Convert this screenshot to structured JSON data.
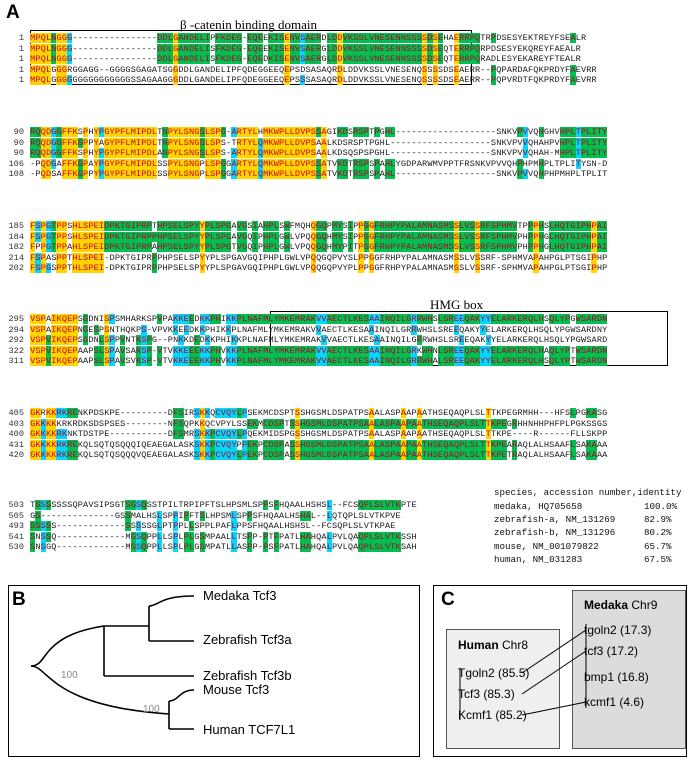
{
  "panel_a": {
    "letter": "A",
    "domain1_label": "β -catenin binding domain",
    "domain2_label": "HMG box",
    "blocks": [
      {
        "rows": [
          {
            "num": "1",
            "seq": "MPQLNGGG----------------DDLGANDELIPFKDEG-EQEEKISENVSAERDLDDVKSSLVNESENNSSSSDSEHAERRPQTRPDSESYEKTREYFSEALR"
          },
          {
            "num": "1",
            "seq": "MPQLNGGG----------------DDLGANDELISFKDEG-EQEEKISENVSAERGLDDVKSSLVNESENNSSSSDSEQTERRPQRPDSESYEKQREYFAEALR"
          },
          {
            "num": "1",
            "seq": "MPQLNGGG----------------DDLGANDELISFKDEG-EQEDKISENVSAERGLDDVKSSLVNESENNSSSSDSEQTERRPQRADLESYEKAREYFTEALR"
          },
          {
            "num": "1",
            "seq": "MPQLGGGRGGAGG--GGGGSGAGATSGGDDLGANDELIPFQDEGGEEQEPSDSASAQRDLDDVKSSLVNESENQSSSSDSEAERR--PQPARDAFQKPRDYFAEVRR"
          },
          {
            "num": "1",
            "seq": "MPQLGGGGGGGGGGGGGGGSSAGAAGGGDDLGANDELIPFQDEGGEEQEPSSSASAQRDLDDVKSSLVNESENQSSSSDSEAERR--PQPVRDTFQKPRDYFAEVRR"
          }
        ]
      },
      {
        "rows": [
          {
            "num": "90",
            "seq": "RQQDGGFFKSPHYPGYPFLMIPDLTNPYLSNGSLSPG-ARTYLHMKWPLLDVPSSAGIKDSRSPTPGHL-------------------SNKVPVVQHGHVHPLTPLITYSNEH"
          },
          {
            "num": "90",
            "seq": "RQQDGGFFKGPPYAGYPFLMIPDLTNPYLSNGSLSPS-TRTYLQMKWPLLDVPSAALKDSRSPTPGHL-------------------SNKVPVVQHAHPVHPLTPLITYSNEH"
          },
          {
            "num": "90",
            "seq": "RQQDGGFFKSPHYPGYPFLMIPDLANPYLSNGSLSPS-ARTYLQMKWPLLDVPSAALKDSQSPSPGHL-------------------SNKVPVVQHAH-MHPLTPLITYSN-E"
          },
          {
            "num": "106",
            "seq": "-PQDGAFFKGPAYPGYPFLMIPDLSSPYLSNGPLSPGGARTYLQMKWPLLDVPSSATVKDTRSPSPAHLYGDPARWMVPPTFRSNKVPVVQHPHPMHPLTPLITYSN-DH"
          },
          {
            "num": "108",
            "seq": "-PQDSAFFKGPPYPGYPFLMIPDLSSPYLSNGPLSPGGARTYLQMKWPLLDVPSSATVKDTRSPSPAHL-------------------SNKVPVVQHPHPMHPLTPLITYSN-DH"
          }
        ]
      },
      {
        "rows": [
          {
            "num": "185",
            "seq": "FSPGTPPSHLSPEIDPKTGIPRPTHPSELSPYYPLSPGAVGSIAHPLSWFMQHQGQPMYSIPPGGFRHPYPALAMNASMSSLVSSRFSPHMVTPPPHSLHQTGIPHPAI"
          },
          {
            "num": "184",
            "seq": "FSPGTPPSHLSPEIDPKTGIPRPPHPSELSPYYPLSPGAVGQIPHPLGWLVPQQGQHMYSIPPGGFRHPYPALAMNASMSSLVSSRFSPHMVPHPPHGLHQTGIPHPAI"
          },
          {
            "num": "182",
            "seq": "FPPGTPPAHLSPEIDPKTGIPRPAHPSELSPYYPLSPGTVGQIPHPLGWLVPQQGQHMYPITPGGFRHPYPALAMNASMSSLVSSRFSPHMVPHPPHGLHQTGIPHPAI"
          },
          {
            "num": "214",
            "seq": "FSPASPPTHLSPEI-DPKTGIPRPPHPSELSPYYPLSPGAVGQIPHPLGWLVPQQGQPVYSLPPGGFRHPYPALAMNASMSSLVSSRF-SPHMVAPAHPGLPTSGIPHPAI"
          },
          {
            "num": "202",
            "seq": "FSPGSPPTHLSPEI-DPKTGIPRPPHPSELSPYYPLSPGAVGQIPHPLGWLVPQQGQPVYPLPPGGFRHPYPALAMNASMSSLVSSRF-SPHMVAPAHPGLPTSGIPHPAI"
          }
        ]
      },
      {
        "rows": [
          {
            "num": "295",
            "seq": "VSPAIKQEPSGDNISPSMHARKSPVPAKKEEDKKPHIKKPLNAFMLYMKEMRAKVVAECTLKESAAINQILGRRWHSLSREEQAKYYELARKERQLHSQLYPGWSARDNY"
          },
          {
            "num": "294",
            "seq": "VSPAIKQEPNGESPSNTHQKPS-VPVKKEEDKKPHIKKPLNAFMLYMKEMRAKVVAECTLKESAAINQILGRRWHSLSREEQAKYYELARKERQLHSQLYPGWSARDNY"
          },
          {
            "num": "292",
            "seq": "VSPVIKQEPSGDNLSPPVNTKSPG--PNKKDEDKKPHIKKPLNAFMLYMKEMRAKVVAECTLKESAAINQILGRRWHSLSREEQAKYYELARKERQLHSQLYPGWSARDNY"
          },
          {
            "num": "322",
            "seq": "VSPVIKQEPAAPSLSPAVSAKSP-VTVKKEEEKKPHVKKPLNAFMLYMKEMRAKVVAECTLKESAAINQILGRKWHNLSREEQAKYYELARKERQLHAQLYPTWSARDNY"
          },
          {
            "num": "311",
            "seq": "VSPVIKQEPAAPSLSPAVSVKSP-VTVKKEEEKKPHVKKPLNAFMLYMKEMRAKVVAECTLKESAAINQILGRRWHALSREEQAKYYELARKERQLHSQLYPTWSARDNY"
          }
        ]
      },
      {
        "rows": [
          {
            "num": "405",
            "seq": "GKRKKRKRENKPDSKPE---------DFSIRSKKQCVQYLPSEKMCDSPTSSHGSMLDSPATPSAALASPAAPAATHSEQAQPLSLTTKPEGRMHH---HFSLPGKASGS"
          },
          {
            "num": "403",
            "seq": "GKKKKKRKRDKSDSPSES--------NFSQPKKQCVPYLSSEKMCDSPTSSHGSMLDSPATPSAALASPAAPAATHSEQAQPLSLTTKPEGRHHNHHPHFPLPGKSSGS"
          },
          {
            "num": "400",
            "seq": "GKKKKRKNKTDSTPE-----------DFSMRSKKPCVQYLPQEKMIDSPGSSHGSMLDSPATPSAALASPAAPAATHSEQAQPLSLTTKPE----R------FLLSKPPPS"
          },
          {
            "num": "431",
            "seq": "GKKKKRKREKQLSQTQSQQQIQEAEGALASKSKKPCVQYPPEKPCDSPASSHGSMLDSPATPSAALASPAAPAATHSEQAQPLSLTTKPEARAQLALHSAAFLSAKAAA"
          },
          {
            "num": "420",
            "seq": "GKKKKRKREKQLSQTQSQQQVQEAEGALASKSKKPCVQYLPEKPCDSPASSHGSMLDSPATPSAALASPAAPAATHSEQAQPLSLTTKPETRAQLALHSAAFLSAKAAA"
          }
        ]
      },
      {
        "rows": [
          {
            "num": "503",
            "seq": "TSSSSSSSQPAVSIPSGTSGSQSSTPILTRPIPFTSLHPSMLSPPSFHQAALHSHSL--FCSQPLSLVTKPTE"
          },
          {
            "num": "505",
            "seq": "GS--------------GSSMALHSLSPPIPFTSLHPSMLSPPSFHQAALHSHAL--LQTQPLSLVTKPVE"
          },
          {
            "num": "493",
            "seq": "SSSSS-------------SSSSSGLPTPPLLSPPLPAFLPPSFHQAALHSHSL--FCSQPLSLVTKPAE"
          },
          {
            "num": "541",
            "seq": "SNSSQ-------------MGSQPPLLSPLPLGSMPAALLTSPP-PTFPATLHAHQALPVLQAQPLSLVTKSSH"
          },
          {
            "num": "530",
            "seq": "SNSGQ-------------MGSQPPLLSPLPLGSMPATLLASPP-PSFPATLHAHQALPVLQAQPLSLVTKSAH"
          }
        ]
      }
    ],
    "legend_header": "species, accession number,identity",
    "legend_rows": [
      {
        "name": "medaka, HQ705658",
        "identity": "100.0%"
      },
      {
        "name": "zebrafish-a, NM_131269",
        "identity": "82.9%"
      },
      {
        "name": "zebrafish-b, NM_131296",
        "identity": "80.2%"
      },
      {
        "name": "mouse, NM_001079822",
        "identity": "65.7%"
      },
      {
        "name": "human, NM_031283",
        "identity": "67.5%"
      }
    ]
  },
  "panel_b": {
    "letter": "B",
    "leaves": [
      "Medaka Tcf3",
      "Zebrafish Tcf3a",
      "Zebrafish Tcf3b",
      "Mouse Tcf3",
      "Human TCF7L1"
    ],
    "bootstrap": [
      "100",
      "100"
    ]
  },
  "panel_c": {
    "letter": "C",
    "human": {
      "species": "Human",
      "chr": "Chr8",
      "genes": [
        "Tgoln2 (85.5)",
        "Tcf3 (85.3)",
        "Kcmf1 (85.2)"
      ]
    },
    "medaka": {
      "species": "Medaka",
      "chr": "Chr9",
      "genes": [
        "tgoln2 (17.3)",
        "tcf3 (17.2)",
        "bmp1 (16.8)",
        "kcmf1 (4.6)"
      ]
    }
  },
  "colors": {
    "yellow": "#ffd400",
    "cyan": "#00d8ff",
    "green": "#00c050",
    "red": "#d0001a"
  }
}
